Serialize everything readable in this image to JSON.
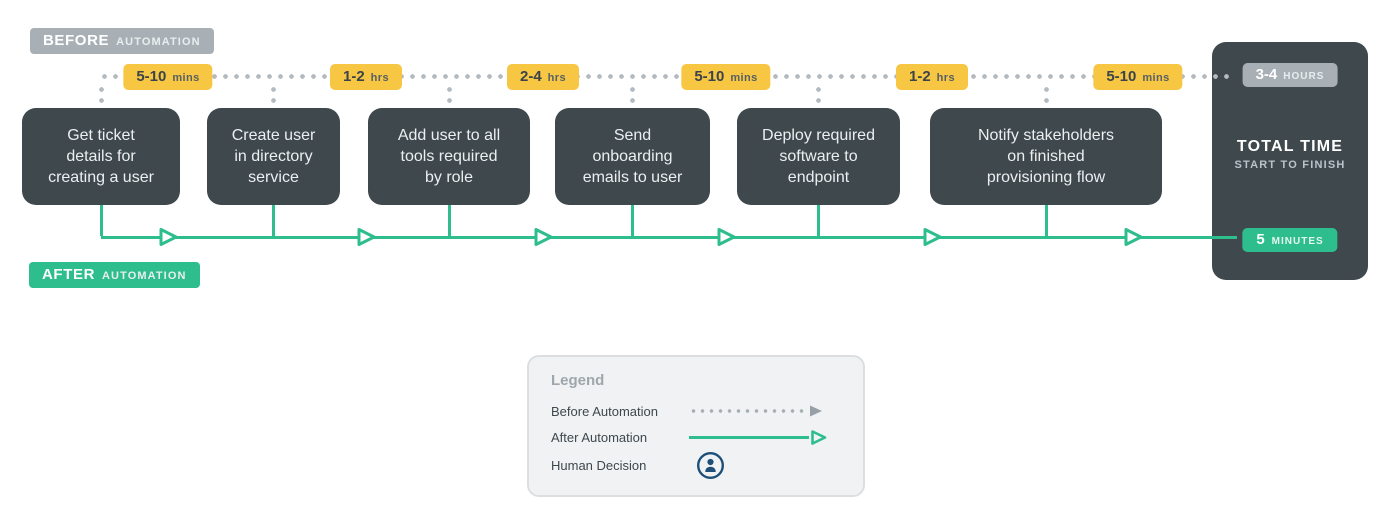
{
  "colors": {
    "dark_slate": "#3E484D",
    "green": "#2EBD8C",
    "yellow": "#F7C642",
    "gray": "#A8B0B6",
    "dot_gray": "#B4BBC0",
    "navy": "#1E4F78"
  },
  "before_badge": {
    "strong": "BEFORE",
    "rest": "AUTOMATION"
  },
  "after_badge": {
    "strong": "AFTER",
    "rest": "AUTOMATION"
  },
  "steps": [
    {
      "title": "Get ticket details for creating a user",
      "before_time_value": "5-10",
      "before_time_unit": "mins"
    },
    {
      "title": "Create user in directory service",
      "before_time_value": "1-2",
      "before_time_unit": "hrs"
    },
    {
      "title": "Add user to all tools required by role",
      "before_time_value": "2-4",
      "before_time_unit": "hrs"
    },
    {
      "title": "Send onboarding emails to user",
      "before_time_value": "5-10",
      "before_time_unit": "mins"
    },
    {
      "title": "Deploy required software to endpoint",
      "before_time_value": "1-2",
      "before_time_unit": "hrs"
    },
    {
      "title": "Notify stakeholders on finished provisioning flow",
      "before_time_value": "5-10",
      "before_time_unit": "mins"
    }
  ],
  "total_panel": {
    "before_total_value": "3-4",
    "before_total_unit": "HOURS",
    "heading": "TOTAL TIME",
    "subheading": "START TO FINISH",
    "after_total_value": "5",
    "after_total_unit": "MINUTES"
  },
  "legend": {
    "title": "Legend",
    "items": [
      {
        "label": "Before Automation"
      },
      {
        "label": "After Automation"
      },
      {
        "label": "Human Decision"
      }
    ]
  }
}
